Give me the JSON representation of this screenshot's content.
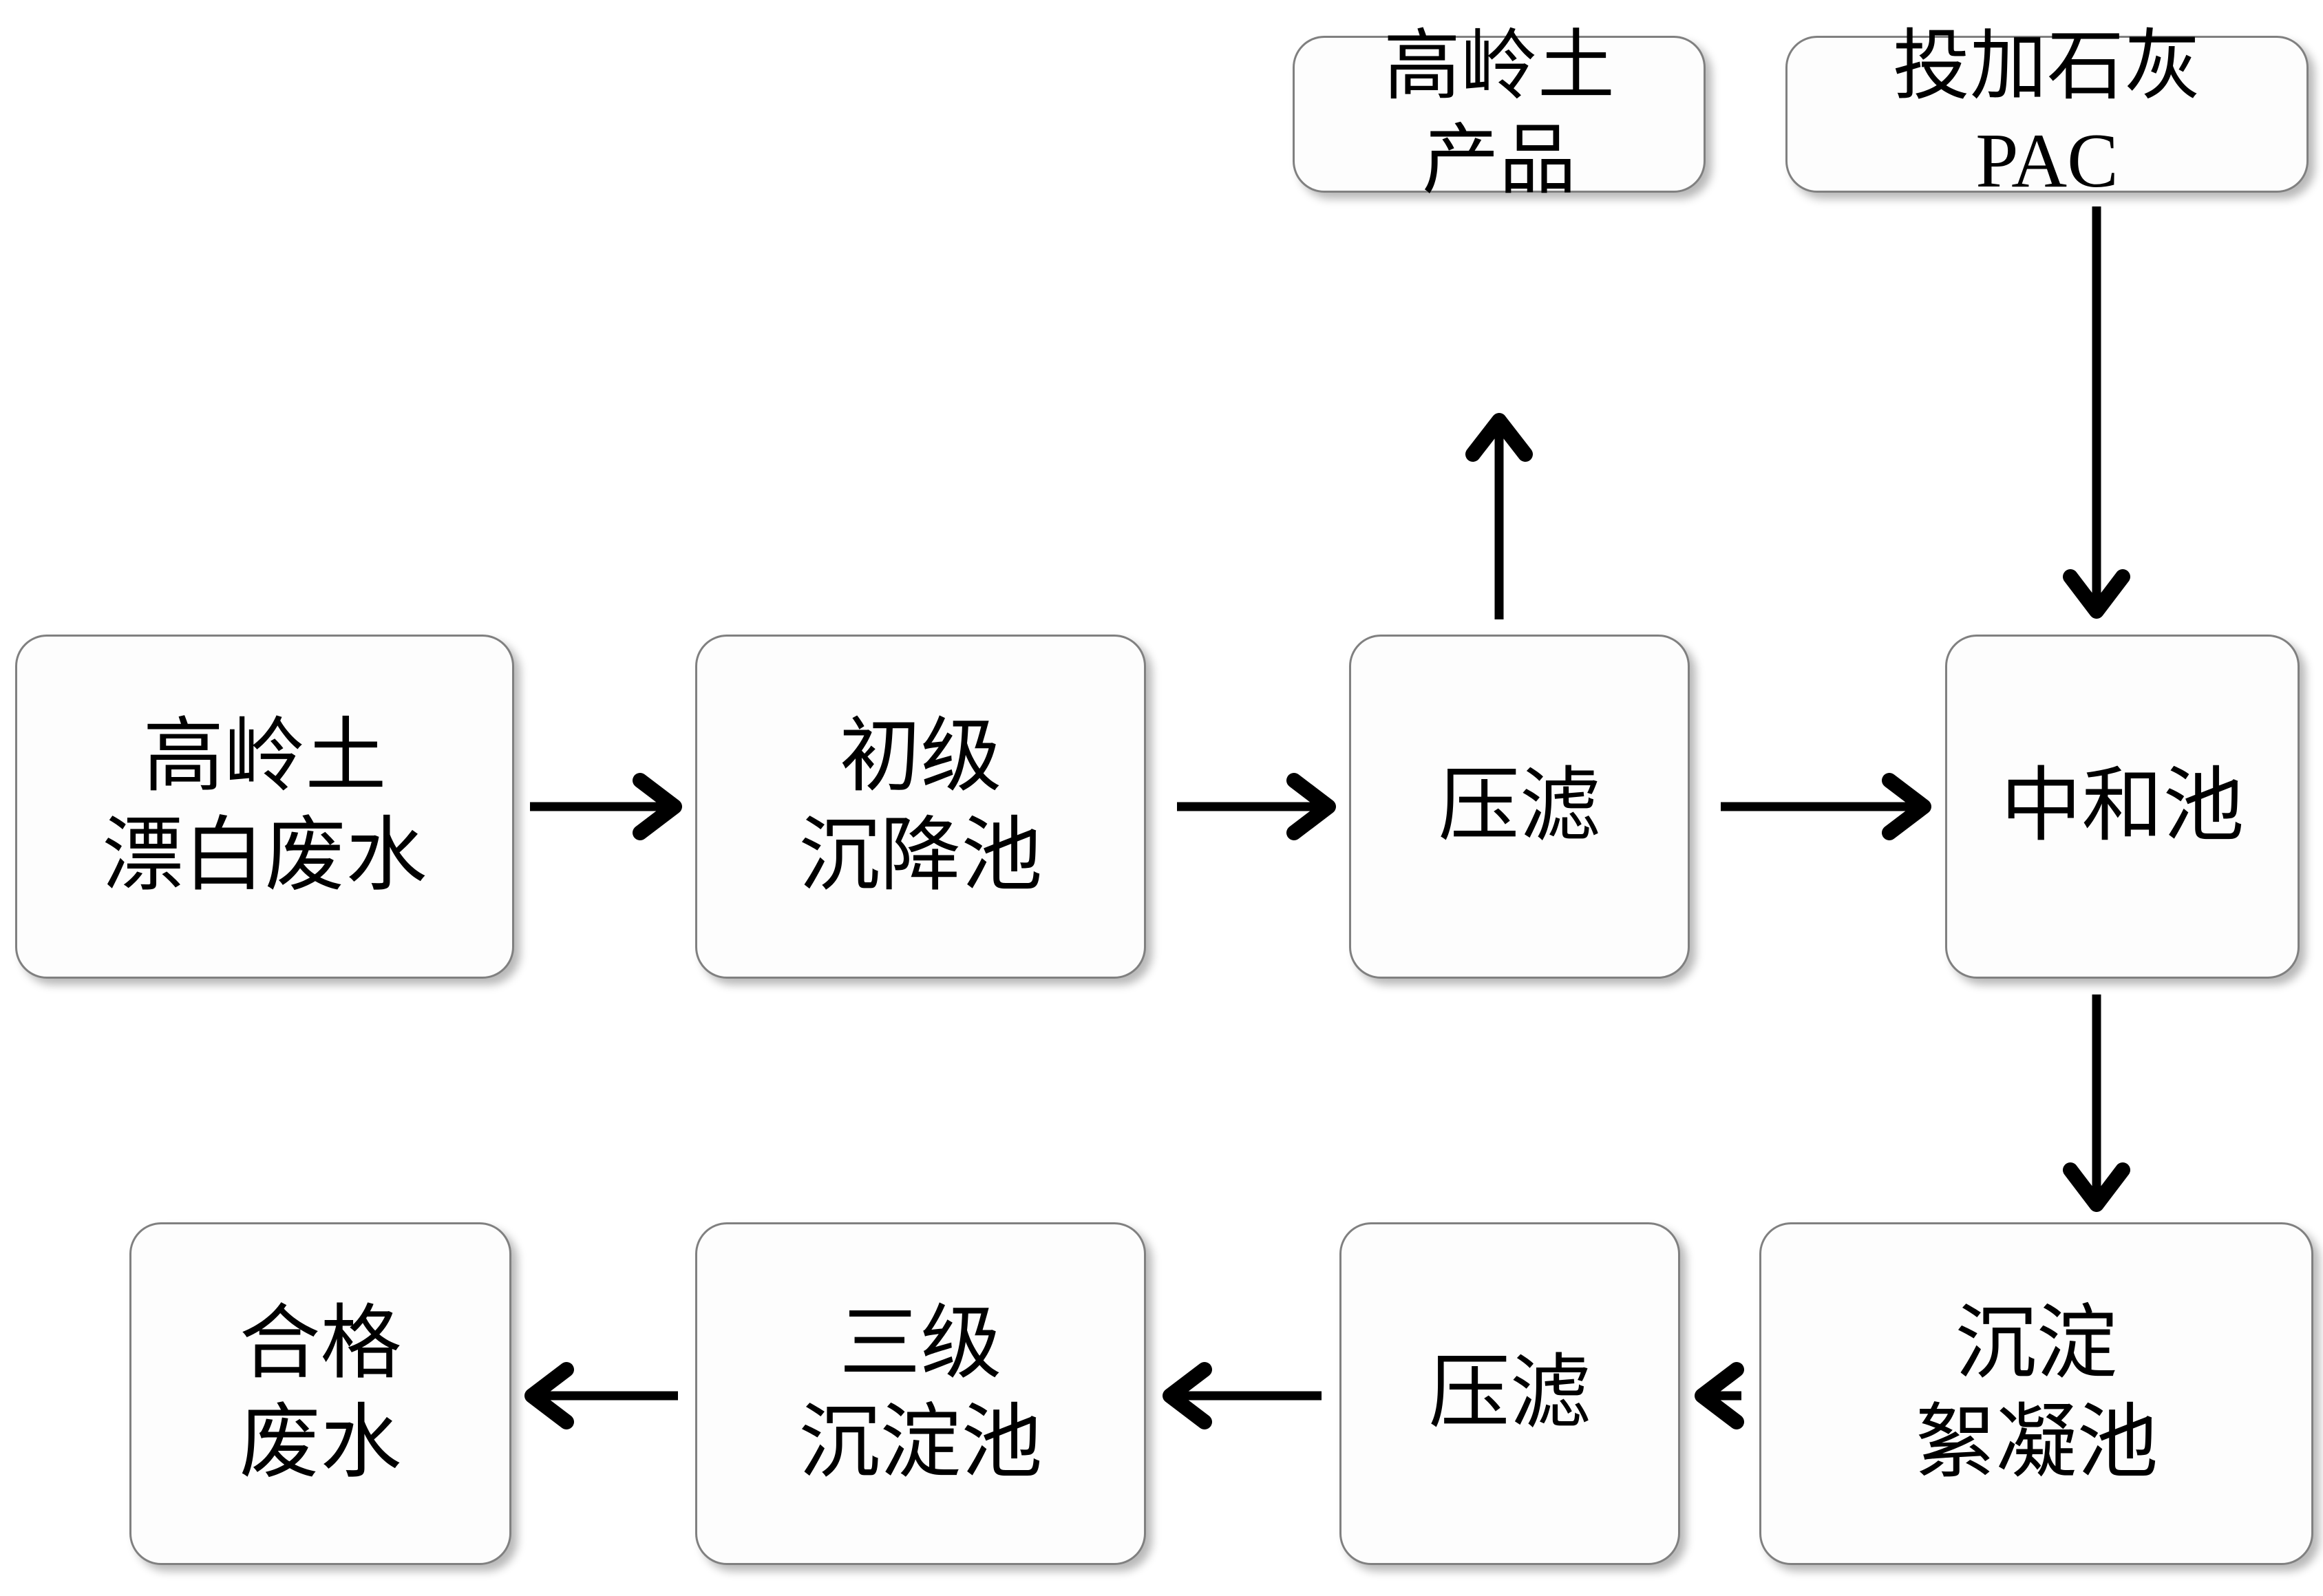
{
  "diagram": {
    "type": "process-flowchart",
    "title": "",
    "nodes": [
      {
        "id": "kaolin-product",
        "lines": [
          "高岭土",
          "产品"
        ]
      },
      {
        "id": "lime-pac",
        "lines": [
          "投加石灰",
          "PAC"
        ]
      },
      {
        "id": "kaolin-waste",
        "lines": [
          "高岭土",
          "漂白废水"
        ]
      },
      {
        "id": "primary-tank",
        "lines": [
          "初级",
          "沉降池"
        ]
      },
      {
        "id": "press-1",
        "lines": [
          "压滤"
        ]
      },
      {
        "id": "neutral-tank",
        "lines": [
          "中和池"
        ]
      },
      {
        "id": "qualified",
        "lines": [
          "合格",
          "废水"
        ]
      },
      {
        "id": "tertiary-tank",
        "lines": [
          "三级",
          "沉淀池"
        ]
      },
      {
        "id": "press-2",
        "lines": [
          "压滤"
        ]
      },
      {
        "id": "floc-tank",
        "lines": [
          "沉淀",
          "絮凝池"
        ]
      }
    ],
    "edges": [
      {
        "from": "kaolin-waste",
        "to": "primary-tank",
        "direction": "right"
      },
      {
        "from": "primary-tank",
        "to": "press-1",
        "direction": "right"
      },
      {
        "from": "press-1",
        "to": "neutral-tank",
        "direction": "right"
      },
      {
        "from": "press-1",
        "to": "kaolin-product",
        "direction": "up"
      },
      {
        "from": "lime-pac",
        "to": "neutral-tank",
        "direction": "down"
      },
      {
        "from": "neutral-tank",
        "to": "floc-tank",
        "direction": "down"
      },
      {
        "from": "floc-tank",
        "to": "press-2",
        "direction": "left"
      },
      {
        "from": "press-2",
        "to": "tertiary-tank",
        "direction": "left"
      },
      {
        "from": "tertiary-tank",
        "to": "qualified",
        "direction": "left"
      }
    ],
    "colors": {
      "background": "#ffffff",
      "node_fill": "#fdfdfd",
      "node_border": "#808080",
      "arrow": "#000000",
      "text": "#000000"
    }
  }
}
